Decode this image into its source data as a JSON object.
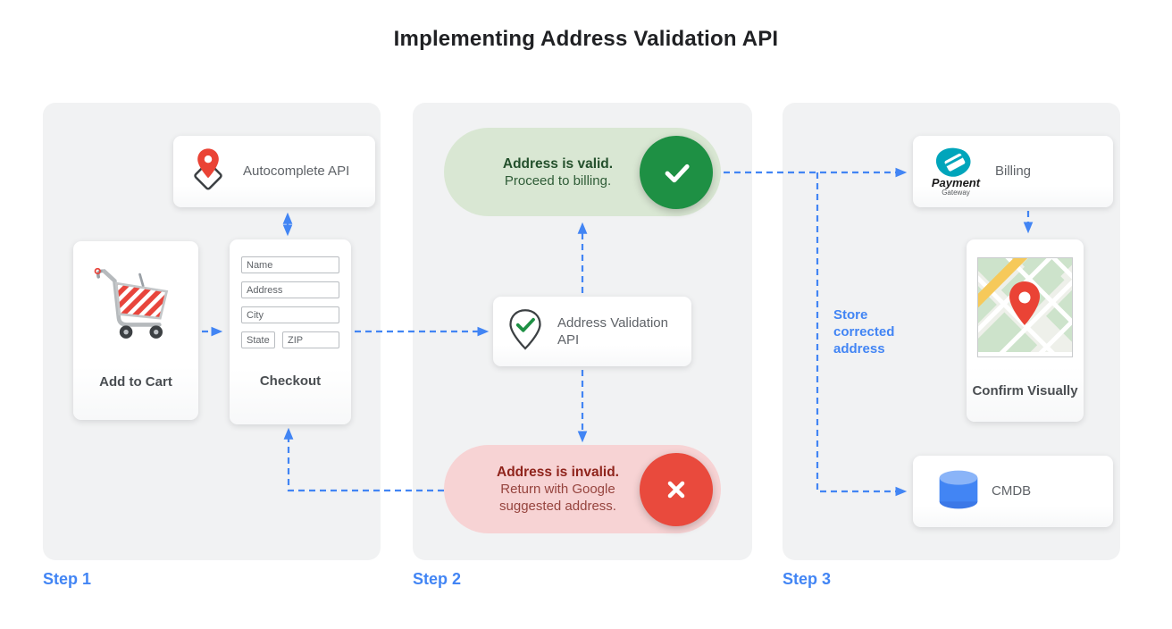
{
  "title": "Implementing Address Validation API",
  "colors": {
    "accent_blue": "#4285f4",
    "valid_green_circle": "#1e9044",
    "invalid_red_circle": "#e94a3d",
    "valid_pill_bg": "#d9e7d3",
    "invalid_pill_bg": "#f7d3d4",
    "panel_bg": "#f1f2f3",
    "pin_red": "#ea4335",
    "cmdb_blue": "#4285f4",
    "payment_teal": "#00a5bb"
  },
  "steps": {
    "step1": {
      "label": "Step 1",
      "autocomplete": {
        "label": "Autocomplete API",
        "icon": "map-pin-diamond-icon"
      },
      "add_to_cart": {
        "label": "Add to Cart",
        "icon": "shopping-cart-icon"
      },
      "checkout": {
        "label": "Checkout",
        "fields": {
          "name": "Name",
          "address": "Address",
          "city": "City",
          "state": "State",
          "zip": "ZIP"
        }
      }
    },
    "step2": {
      "label": "Step 2",
      "valid": {
        "title": "Address is valid.",
        "subtitle": "Proceed to billing.",
        "icon": "check-circle-icon"
      },
      "validation_api": {
        "label": "Address Validation API",
        "icon": "pin-check-icon"
      },
      "invalid": {
        "title": "Address is invalid.",
        "subtitle": "Return with Google suggested address.",
        "icon": "x-circle-icon"
      }
    },
    "step3": {
      "label": "Step 3",
      "billing": {
        "label": "Billing",
        "logo_title": "Payment",
        "logo_subtitle": "Gateway",
        "icon": "payment-gateway-logo"
      },
      "confirm": {
        "label": "Confirm Visually",
        "icon": "map-thumbnail"
      },
      "cmdb": {
        "label": "CMDB",
        "icon": "database-cylinder-icon"
      },
      "store_note": "Store corrected address"
    }
  }
}
